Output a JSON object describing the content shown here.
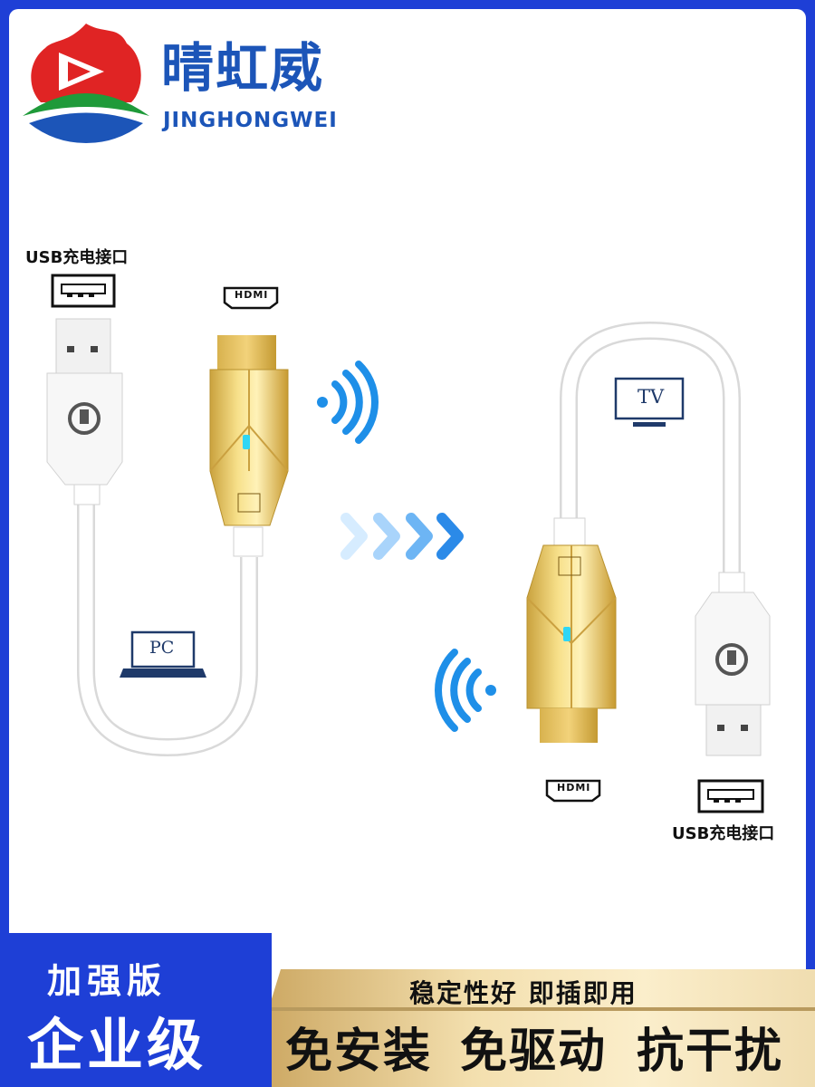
{
  "brand": {
    "name_cn": "晴虹威",
    "name_en": "JINGHONGWEI"
  },
  "labels": {
    "usb_left": "USB充电接口",
    "usb_right": "USB充电接口",
    "hdmi": "HDMI",
    "tv": "TV",
    "pc": "PC"
  },
  "banner": {
    "edition": "加强版",
    "enterprise": "企业级",
    "tagline": "稳定性好  即插即用",
    "features": [
      "免安装",
      "免驱动",
      "抗干扰"
    ]
  },
  "colors": {
    "brand_blue": "#1c55b8",
    "frame_blue": "#1e3fd6",
    "gold": "#e8c66a",
    "wifi": "#1e8fe8"
  }
}
